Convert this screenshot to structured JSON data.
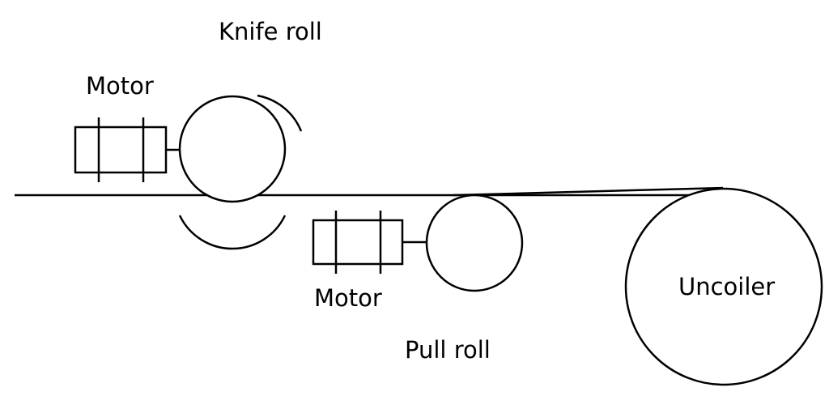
{
  "diagram": {
    "labels": {
      "knife_roll": "Knife roll",
      "motor_top": "Motor",
      "motor_bottom": "Motor",
      "pull_roll": "Pull roll",
      "uncoiler": "Uncoiler"
    },
    "colors": {
      "stroke": "#000000",
      "background": "#ffffff"
    }
  }
}
